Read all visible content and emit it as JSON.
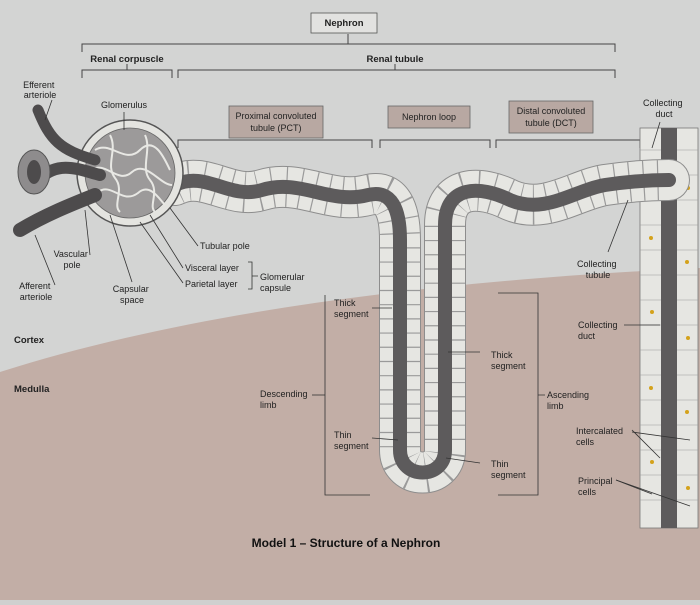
{
  "caption": "Model 1 – Structure of a Nephron",
  "header": {
    "nephron": "Nephron",
    "renal_corpuscle": "Renal corpuscle",
    "renal_tubule": "Renal tubule"
  },
  "boxes": {
    "pct": [
      "Proximal convoluted",
      "tubule (PCT)"
    ],
    "loop": [
      "Nephron loop"
    ],
    "dct": [
      "Distal convoluted",
      "tubule (DCT)"
    ]
  },
  "labels": {
    "efferent": [
      "Efferent",
      "arteriole"
    ],
    "glomerulus": [
      "Glomerulus"
    ],
    "collecting_duct_top": [
      "Collecting",
      "duct"
    ],
    "vascular_pole": [
      "Vascular",
      "pole"
    ],
    "afferent": [
      "Afferent",
      "arteriole"
    ],
    "capsular_space": [
      "Capsular",
      "space"
    ],
    "tubular_pole": [
      "Tubular pole"
    ],
    "visceral": [
      "Visceral layer"
    ],
    "parietal": [
      "Parietal layer"
    ],
    "glomerular_capsule": [
      "Glomerular",
      "capsule"
    ],
    "thick_desc": [
      "Thick",
      "segment"
    ],
    "descending_limb": [
      "Descending",
      "limb"
    ],
    "thin_desc": [
      "Thin",
      "segment"
    ],
    "thick_asc": [
      "Thick",
      "segment"
    ],
    "ascending_limb": [
      "Ascending",
      "limb"
    ],
    "thin_asc": [
      "Thin",
      "segment"
    ],
    "collecting_tubule": [
      "Collecting",
      "tubule"
    ],
    "collecting_duct_mid": [
      "Collecting",
      "duct"
    ],
    "intercalated": [
      "Intercalated",
      "cells"
    ],
    "principal": [
      "Principal",
      "cells"
    ]
  },
  "regions": {
    "cortex": "Cortex",
    "medulla": "Medulla"
  },
  "colors": {
    "cortex_bg": "#d3d4d3",
    "medulla_bg": "#c2aea6",
    "tubule_wall": "#e6e6e2",
    "lumen": "#5d5b5c",
    "box_fill": "#b8a8a2"
  }
}
